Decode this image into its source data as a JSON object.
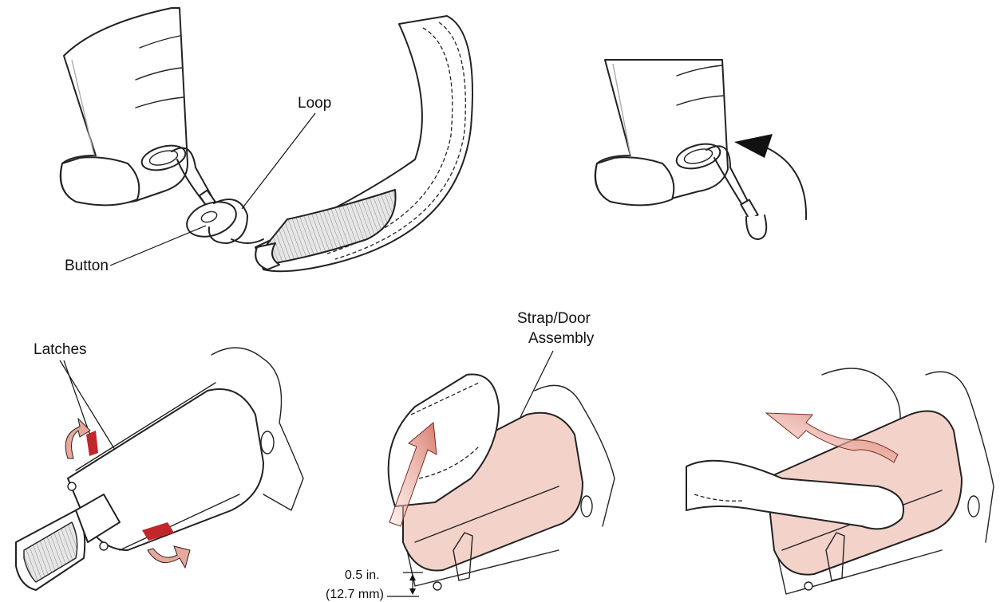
{
  "labels": {
    "loop": "Loop",
    "button": "Button",
    "latches": "Latches",
    "strap_door_line1": "Strap/Door",
    "strap_door_line2": "Assembly",
    "dim_inches": "0.5 in.",
    "dim_mm": "(12.7 mm)"
  },
  "colors": {
    "line": "#222222",
    "battery_fill": "#f3d2c9",
    "arrow_fill": "#e8a79b",
    "latch_red": "#c0262c"
  }
}
